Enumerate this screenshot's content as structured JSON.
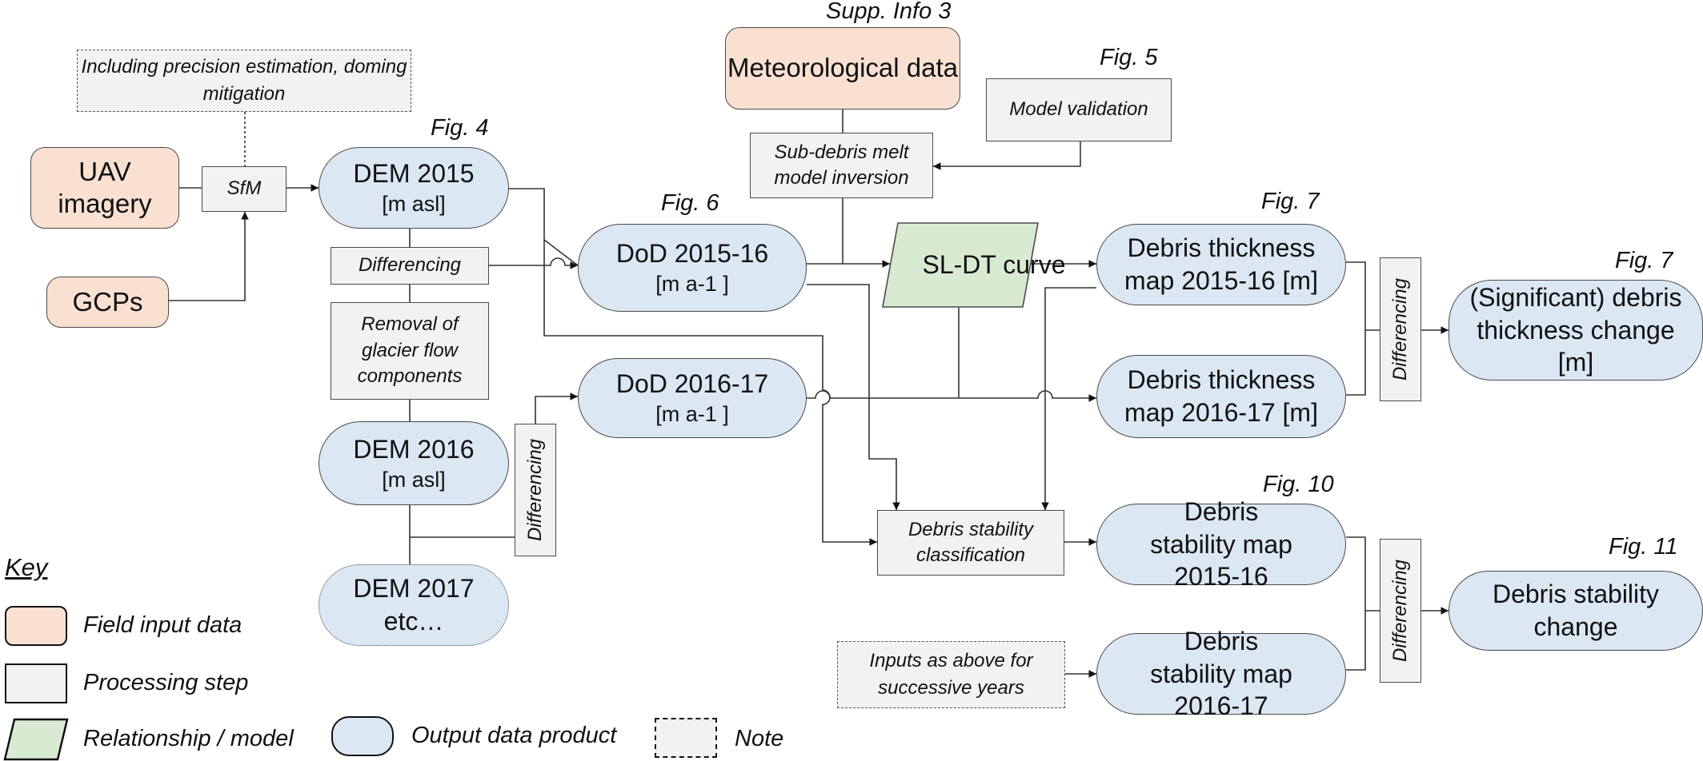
{
  "colors": {
    "field_input": "#f9e0d1",
    "processing": "#f2f2f2",
    "relationship": "#d9ead3",
    "output": "#dbe7f3",
    "line": "#333333"
  },
  "figure_refs": {
    "supp_info_3": "Supp. Info 3",
    "fig5": "Fig. 5",
    "fig4": "Fig. 4",
    "fig6": "Fig. 6",
    "fig7a": "Fig. 7",
    "fig7b": "Fig. 7",
    "fig10": "Fig. 10",
    "fig11": "Fig. 11"
  },
  "field_inputs": {
    "uav_imagery": "UAV imagery",
    "gcps": "GCPs",
    "meteorological_data": "Meteorological data"
  },
  "processing": {
    "sfm": "SfM",
    "differencing_2015": "Differencing",
    "removal_flow": "Removal of glacier flow components",
    "melt_inversion": "Sub-debris melt model inversion",
    "model_validation": "Model validation",
    "stability_classification": "Debris stability classification",
    "differencing_2016": "Differencing",
    "differencing_thickness": "Differencing",
    "differencing_stability": "Differencing"
  },
  "notes": {
    "precision_note": "Including precision estimation, doming mitigation",
    "successive_years": "Inputs as above for successive years"
  },
  "relationship": {
    "sl_dt_curve": "SL-DT curve"
  },
  "outputs": {
    "dem_2015": {
      "title": "DEM 2015",
      "unit": "[m asl]"
    },
    "dem_2016": {
      "title": "DEM 2016",
      "unit": "[m asl]"
    },
    "dem_2017": {
      "title": "DEM 2017 etc…"
    },
    "dod_2015_16": {
      "title": "DoD 2015-16",
      "unit": "[m a-1 ]"
    },
    "dod_2016_17": {
      "title": "DoD 2016-17",
      "unit": "[m a-1 ]"
    },
    "thickness_2015_16": "Debris thickness map 2015-16 [m]",
    "thickness_2016_17": "Debris thickness map 2016-17 [m]",
    "thickness_change": "(Significant) debris thickness change [m]",
    "stability_2015_16": "Debris stability map 2015-16",
    "stability_2016_17": "Debris stability map 2016-17",
    "stability_change": "Debris stability change"
  },
  "key": {
    "title": "Key",
    "field_input": "Field input data",
    "processing": "Processing step",
    "relationship": "Relationship / model",
    "output": "Output data product",
    "note": "Note"
  }
}
